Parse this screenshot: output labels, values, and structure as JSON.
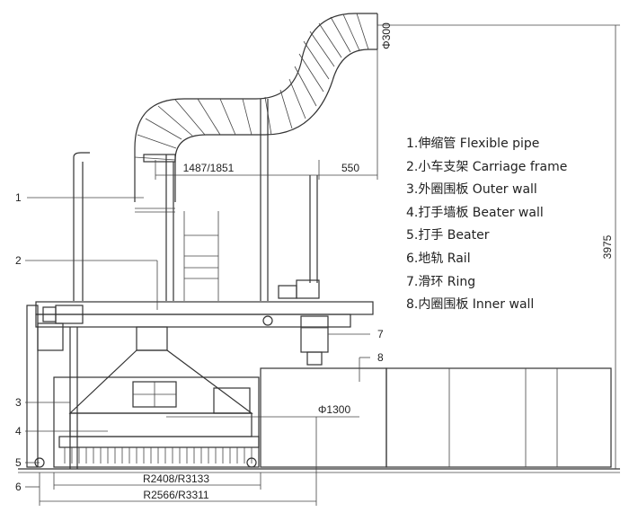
{
  "legend": {
    "items": [
      "1.伸缩管 Flexible pipe",
      "2.小车支架 Carriage frame",
      "3.外圈围板 Outer wall",
      "4.打手墙板 Beater wall",
      "5.打手 Beater",
      "6.地轨 Rail",
      "7.滑环 Ring",
      "8.内圈围板 Inner wall"
    ]
  },
  "callouts": {
    "c1": "1",
    "c2": "2",
    "c3": "3",
    "c4": "4",
    "c5": "5",
    "c6": "6",
    "c7": "7",
    "c8": "8"
  },
  "dimensions": {
    "pipe_diameter": "Φ300",
    "overall_height": "3975",
    "reach": "1487/1851",
    "offset": "550",
    "ring_diameter": "Φ1300",
    "inner_radius": "R2408/R3133",
    "outer_radius": "R2566/R3311"
  }
}
